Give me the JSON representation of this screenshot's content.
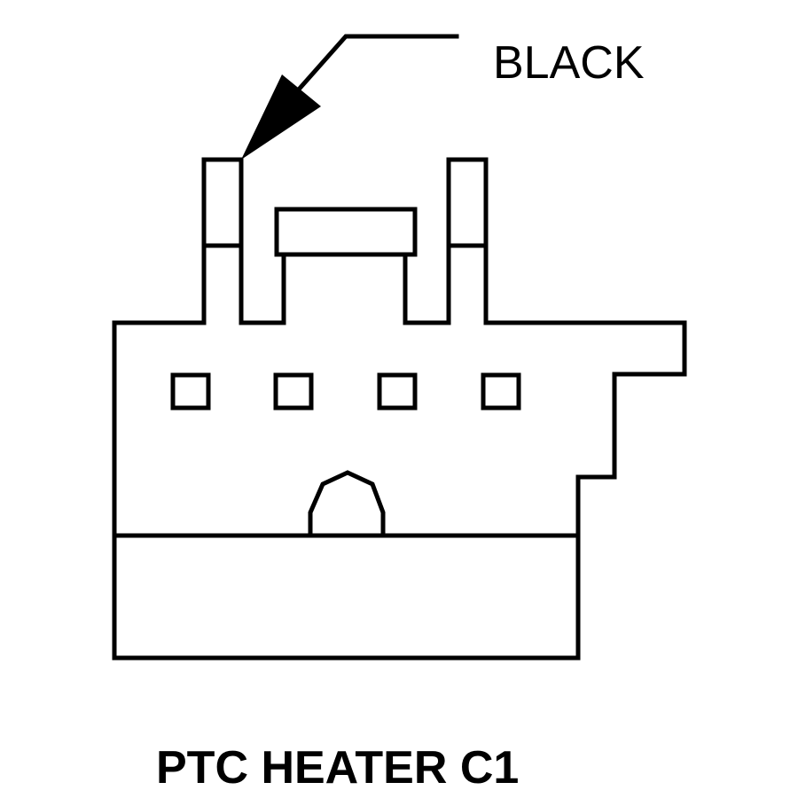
{
  "diagram": {
    "wire_color_label": "BLACK",
    "connector_title": "PTC HEATER C1",
    "pin_count": 4,
    "colors": {
      "line": "#000000",
      "background": "#ffffff"
    }
  }
}
